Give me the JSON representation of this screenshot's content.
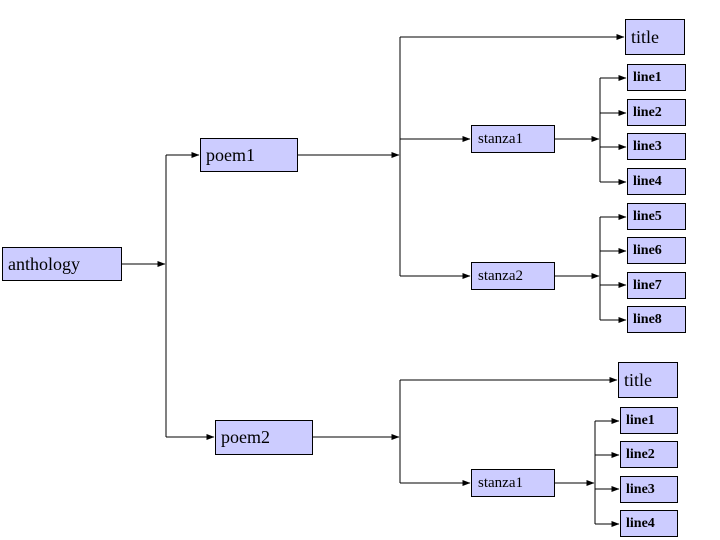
{
  "diagram": {
    "nodes": {
      "anthology": "anthology",
      "poem1": "poem1",
      "poem2": "poem2",
      "poem1_title": "title",
      "poem1_stanza1": "stanza1",
      "poem1_stanza2": "stanza2",
      "poem1_stanza1_line1": "line1",
      "poem1_stanza1_line2": "line2",
      "poem1_stanza1_line3": "line3",
      "poem1_stanza1_line4": "line4",
      "poem1_stanza2_line5": "line5",
      "poem1_stanza2_line6": "line6",
      "poem1_stanza2_line7": "line7",
      "poem1_stanza2_line8": "line8",
      "poem2_title": "title",
      "poem2_stanza1": "stanza1",
      "poem2_stanza1_line1": "line1",
      "poem2_stanza1_line2": "line2",
      "poem2_stanza1_line3": "line3",
      "poem2_stanza1_line4": "line4"
    }
  },
  "colors": {
    "bg": "#ffffff",
    "box_fill": "#ccccff",
    "box_border": "#000000",
    "line_color": "#000000"
  }
}
